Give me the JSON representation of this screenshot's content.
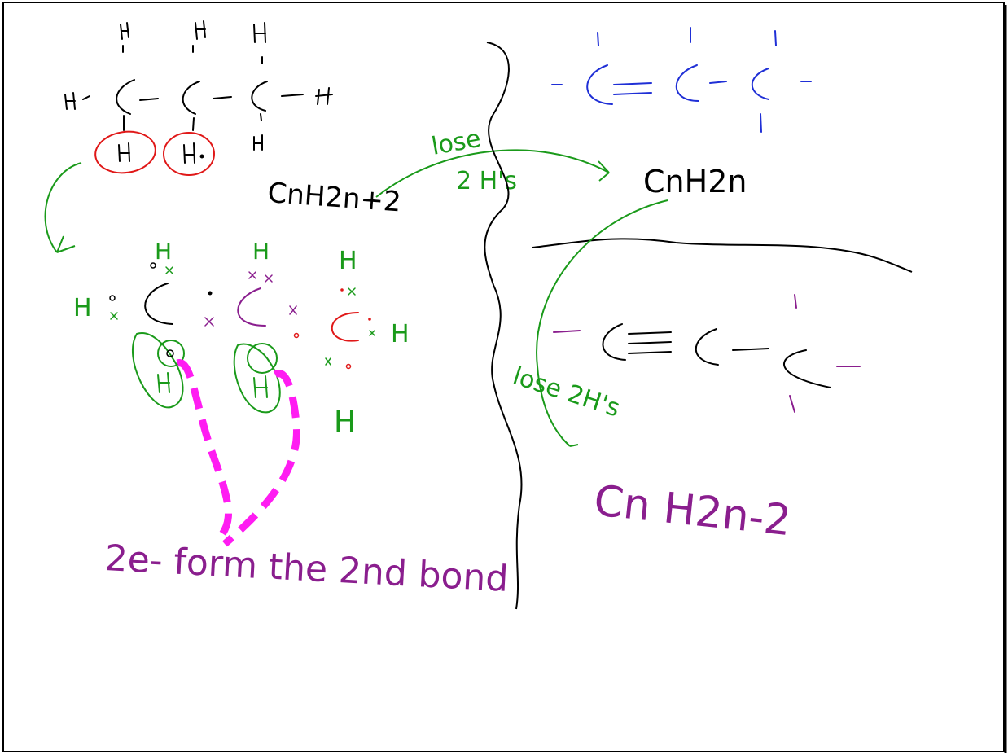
{
  "colors": {
    "black": "#000000",
    "blue": "#1f2fd6",
    "green": "#1a9a1a",
    "red": "#e01818",
    "purple": "#8a1e8e",
    "magenta": "#ff1cf2"
  },
  "top_left_structure": {
    "atoms": [
      "H",
      "H",
      "H",
      "H",
      "C",
      "C",
      "C",
      "H",
      "H",
      "H.",
      "H"
    ],
    "formula": "CnH2n+2"
  },
  "arrow1": {
    "label_line1": "lose",
    "label_line2": "2 H's"
  },
  "top_right": {
    "formula": "CnH2n"
  },
  "arrow2": {
    "label": "lose 2H's"
  },
  "bottom_right": {
    "formula": "Cn H2n-2"
  },
  "lewis_labels": [
    "H",
    "H",
    "H",
    "H",
    "H",
    "H",
    "H"
  ],
  "bottom_note": "2e- form the 2nd bond"
}
